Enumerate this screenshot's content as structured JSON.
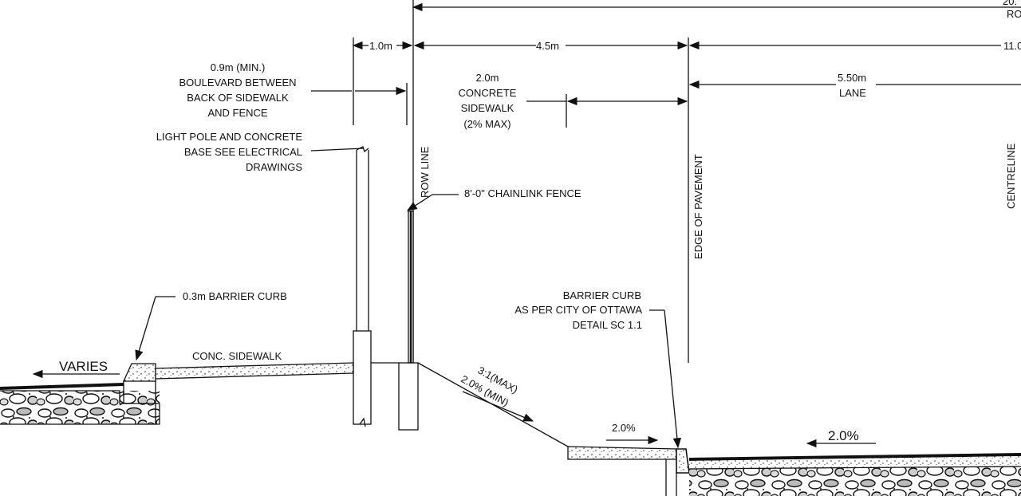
{
  "dimensions": {
    "top_total": "20.",
    "top_total_suffix": "RO",
    "boulevard": "1.0m",
    "sidewalk_zone": "4.5m",
    "right_partial": "11.0",
    "lane": "5.50m",
    "lane_label": "LANE"
  },
  "notes": {
    "boulevard_note": [
      "0.9m (MIN.)",
      "BOULEVARD BETWEEN",
      "BACK OF SIDEWALK",
      "AND FENCE"
    ],
    "sidewalk_note": [
      "2.0m",
      "CONCRETE",
      "SIDEWALK",
      "(2% MAX)"
    ],
    "light_pole_note": [
      "LIGHT POLE AND CONCRETE",
      "BASE SEE ELECTRICAL",
      "DRAWINGS"
    ],
    "fence_note": "8'-0\" CHAINLINK FENCE",
    "row_line": "ROW LINE",
    "edge_of_pavement": "EDGE OF PAVEMENT",
    "centreline": "CENTRELINE",
    "curb_left_note": "0.3m BARRIER CURB",
    "curb_right_note": [
      "BARRIER CURB",
      "AS PER CITY OF OTTAWA",
      "DETAIL  SC 1.1"
    ],
    "varies": "VARIES",
    "conc_sidewalk": "CONC. SIDEWALK",
    "slope_max": "3:1(MAX)",
    "slope_min": "2.0% (MIN)",
    "slope_gutter": "2.0%",
    "slope_lane": "2.0%"
  }
}
